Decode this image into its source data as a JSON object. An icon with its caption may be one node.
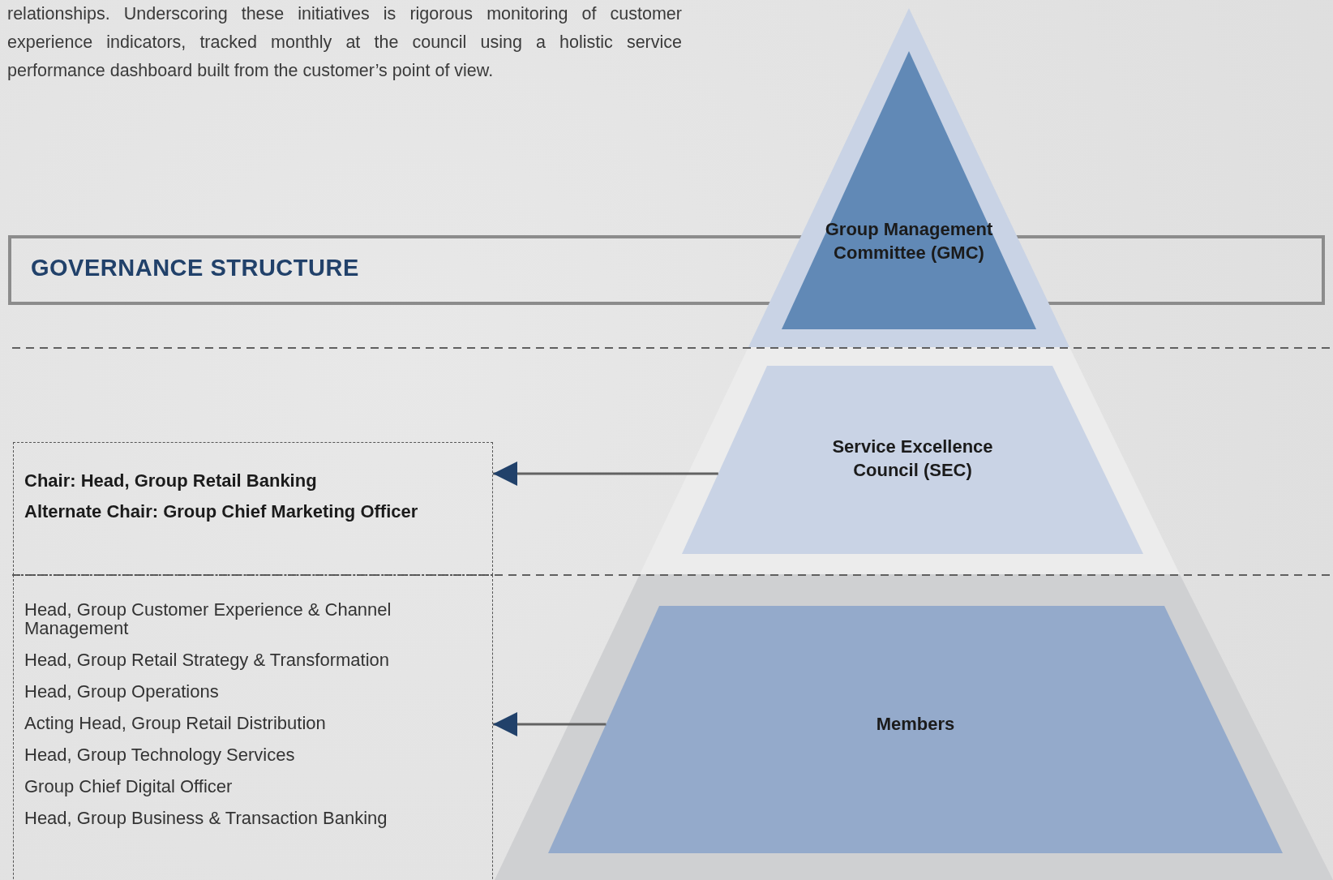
{
  "diagram": {
    "nodes": [
      {
        "text": [
          "GOVERNANCE STRUCTURE"
        ]
      },
      {
        "text": [
          "Group Management Committee (GMC)"
        ]
      },
      {
        "text": [
          "Service Excellence Council (SEC)"
        ]
      },
      {
        "text": [
          "Members"
        ]
      },
      {
        "text": [
          "Chair: Head, Group Retail Banking",
          "Alternate Chair: Group Chief Marketing Officer"
        ]
      },
      {
        "text": [
          "Head, Group Customer Experience & Channel Management",
          "Head, Group Retail Strategy & Transformation",
          "Head, Group Operations",
          "Acting Head, Group Retail Distribution",
          "Head, Group Technology Services",
          "Group Chief Digital Officer",
          "Head, Group Business & Transaction Banking"
        ]
      }
    ],
    "edges": [
      {
        "from": 2,
        "to": 4,
        "arrow": "to"
      },
      {
        "from": 3,
        "to": 5,
        "arrow": "to"
      }
    ],
    "labels": [
      "relationships. Underscoring these initiatives is rigorous monitoring of customer experience indicators, tracked monthly at the council using a holistic service performance dashboard built from the customer’s point of view."
    ]
  }
}
